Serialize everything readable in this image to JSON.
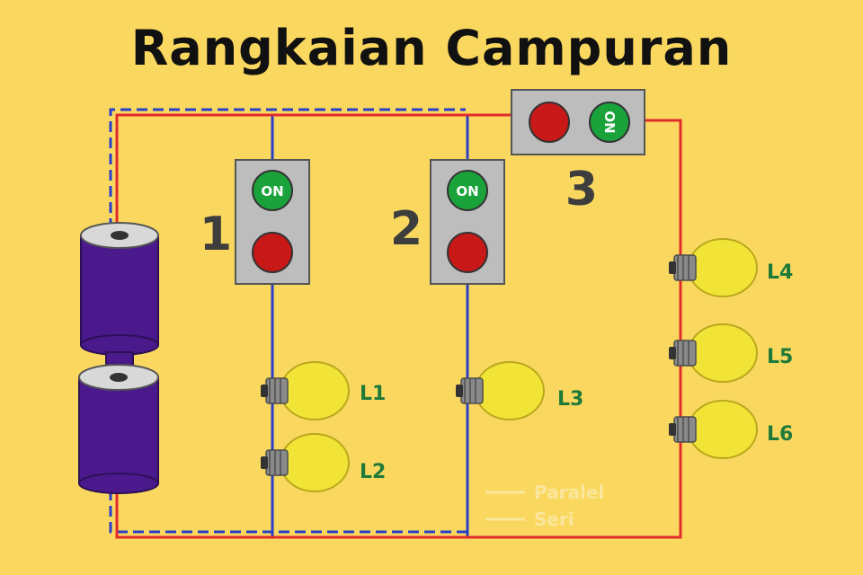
{
  "title": "Rangkaian Campuran",
  "switches": [
    {
      "number": "1",
      "on_label": "ON"
    },
    {
      "number": "2",
      "on_label": "ON"
    },
    {
      "number": "3",
      "on_label": "ON"
    }
  ],
  "lamps": [
    "L1",
    "L2",
    "L3",
    "L4",
    "L5",
    "L6"
  ],
  "legend": {
    "parallel": "Paralel",
    "series": "Seri"
  },
  "colors": {
    "background": "#fad85f",
    "series_wire": "#e22b2b",
    "parallel_wire": "#2a3fc8",
    "battery": "#4a1a8c",
    "button_on": "#1aa33a",
    "button_off": "#c81818",
    "switch_box": "#bdbdbd",
    "lamp": "#f2e436"
  }
}
